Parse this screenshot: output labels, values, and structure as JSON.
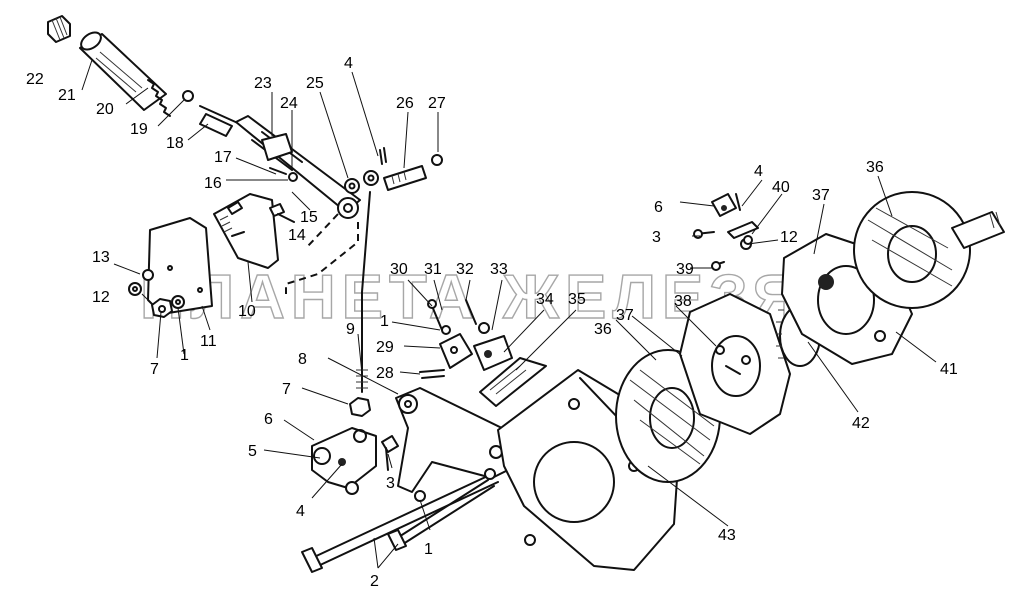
{
  "watermark": "ПЛАНЕТА ЖЕЛЕЗЯКА",
  "callouts": [
    {
      "id": "c22a",
      "text": "22"
    },
    {
      "id": "c21",
      "text": "21"
    },
    {
      "id": "c20",
      "text": "20"
    },
    {
      "id": "c19",
      "text": "19"
    },
    {
      "id": "c18",
      "text": "18"
    },
    {
      "id": "c23",
      "text": "23"
    },
    {
      "id": "c24",
      "text": "24"
    },
    {
      "id": "c25",
      "text": "25"
    },
    {
      "id": "c4a",
      "text": "4"
    },
    {
      "id": "c26",
      "text": "26"
    },
    {
      "id": "c27",
      "text": "27"
    },
    {
      "id": "c17",
      "text": "17"
    },
    {
      "id": "c16",
      "text": "16"
    },
    {
      "id": "c15",
      "text": "15"
    },
    {
      "id": "c14",
      "text": "14"
    },
    {
      "id": "c13",
      "text": "13"
    },
    {
      "id": "c12a",
      "text": "12"
    },
    {
      "id": "c10",
      "text": "10"
    },
    {
      "id": "c7a",
      "text": "7"
    },
    {
      "id": "c1a",
      "text": "1"
    },
    {
      "id": "c11",
      "text": "11"
    },
    {
      "id": "c30",
      "text": "30"
    },
    {
      "id": "c31",
      "text": "31"
    },
    {
      "id": "c32",
      "text": "32"
    },
    {
      "id": "c33",
      "text": "33"
    },
    {
      "id": "c34",
      "text": "34"
    },
    {
      "id": "c35",
      "text": "35"
    },
    {
      "id": "c1b",
      "text": "1"
    },
    {
      "id": "c9",
      "text": "9"
    },
    {
      "id": "c29",
      "text": "29"
    },
    {
      "id": "c8",
      "text": "8"
    },
    {
      "id": "c28",
      "text": "28"
    },
    {
      "id": "c7b",
      "text": "7"
    },
    {
      "id": "c6a",
      "text": "6"
    },
    {
      "id": "c5",
      "text": "5"
    },
    {
      "id": "c3a",
      "text": "3"
    },
    {
      "id": "c4b",
      "text": "4"
    },
    {
      "id": "c1c",
      "text": "1"
    },
    {
      "id": "c2",
      "text": "2"
    },
    {
      "id": "c36a",
      "text": "36"
    },
    {
      "id": "c37a",
      "text": "37"
    },
    {
      "id": "c38",
      "text": "38"
    },
    {
      "id": "c43",
      "text": "43"
    },
    {
      "id": "c6b",
      "text": "6"
    },
    {
      "id": "c4c",
      "text": "4"
    },
    {
      "id": "c40",
      "text": "40"
    },
    {
      "id": "c3b",
      "text": "3"
    },
    {
      "id": "c12b",
      "text": "12"
    },
    {
      "id": "c39",
      "text": "39"
    },
    {
      "id": "c37b",
      "text": "37"
    },
    {
      "id": "c36b",
      "text": "36"
    },
    {
      "id": "c41",
      "text": "41"
    },
    {
      "id": "c42",
      "text": "42"
    }
  ]
}
